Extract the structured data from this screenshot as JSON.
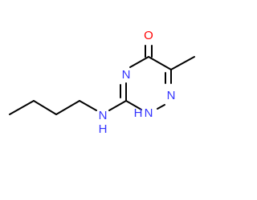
{
  "molecule": {
    "colors": {
      "bond": "#000000",
      "nitrogen": "#3333ff",
      "oxygen": "#ff0000"
    },
    "atoms": {
      "o": "O",
      "n4": "N",
      "n1": "N",
      "n2h": "N",
      "h2": "H",
      "nh_n": "N",
      "nh_h": "H"
    }
  }
}
